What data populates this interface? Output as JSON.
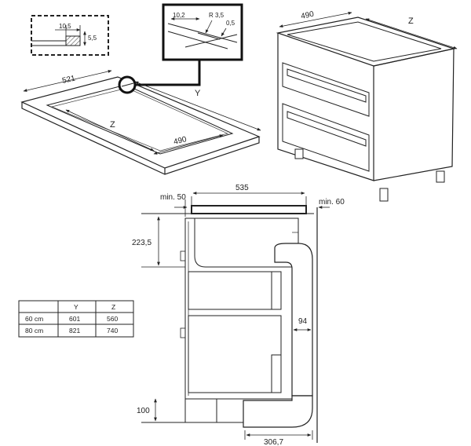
{
  "detail_inset": {
    "offset": "10,5",
    "depth": "5,5"
  },
  "zoom_inset": {
    "width": "10,2",
    "radius": "R 3,5",
    "depth": "0,5"
  },
  "worktop": {
    "total_width": "521",
    "cut_width": "490",
    "cut_depth_label": "Z",
    "total_depth_label": "Y"
  },
  "cabinet": {
    "width": "490",
    "depth_label": "Z"
  },
  "section": {
    "min_left": "min. 50",
    "hob_width": "535",
    "min_right": "min. 60",
    "height": "223,5",
    "duct_width": "94",
    "plinth": "100",
    "duct_length": "306,7"
  },
  "size_table": {
    "headers": [
      "",
      "Y",
      "Z"
    ],
    "rows": [
      [
        "60 cm",
        "601",
        "560"
      ],
      [
        "80 cm",
        "821",
        "740"
      ]
    ]
  }
}
